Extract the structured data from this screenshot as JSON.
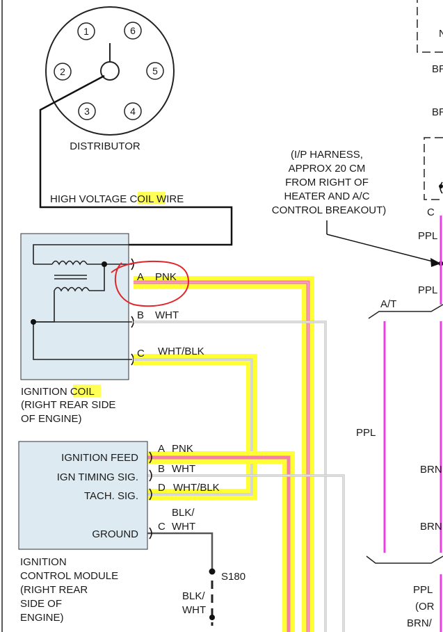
{
  "distributor": {
    "label": "DISTRIBUTOR",
    "terminals": [
      "1",
      "2",
      "3",
      "4",
      "5",
      "6"
    ]
  },
  "hv_wire": {
    "prefix": "HIGH VOLTAGE ",
    "highlight": "COIL",
    "suffix": " WIRE"
  },
  "ignition_coil": {
    "title_prefix": "IGNITION ",
    "title_highlight": "COIL",
    "line2": "(RIGHT REAR SIDE",
    "line3": "OF ENGINE)",
    "pins": [
      {
        "letter": "A",
        "wire": "PNK"
      },
      {
        "letter": "B",
        "wire": "WHT"
      },
      {
        "letter": "C",
        "wire": "WHT/BLK"
      }
    ]
  },
  "module": {
    "signals": [
      "IGNITION FEED",
      "IGN TIMING SIG.",
      "TACH. SIG.",
      "GROUND"
    ],
    "pins": [
      {
        "letter": "A",
        "wire": "PNK"
      },
      {
        "letter": "B",
        "wire": "WHT"
      },
      {
        "letter": "D",
        "wire": "WHT/BLK"
      },
      {
        "letter": "C",
        "wire": "WHT"
      }
    ],
    "ground_wire_top": "BLK/",
    "caption": [
      "IGNITION",
      "CONTROL MODULE",
      "(RIGHT REAR",
      "SIDE OF",
      "ENGINE)"
    ]
  },
  "splice": {
    "label": "S180",
    "wire_line1": "BLK/",
    "wire_line2": "WHT"
  },
  "harness_note": [
    "(I/P HARNESS,",
    "APPROX 20 CM",
    "FROM RIGHT OF",
    "HEATER AND A/C",
    "CONTROL BREAKOUT)"
  ],
  "right_side": {
    "at_label": "A/T",
    "ppl_1": "PPL",
    "ppl_2": "PPL",
    "ppl_3": "PPL",
    "brn_1": "BR",
    "brn_2": "BR",
    "c_label": "C",
    "n_label": "N",
    "brn_3": "BRN",
    "brn_4": "BRN",
    "ppl_bottom": "PPL",
    "or_label": "(OR",
    "brn_bottom": "BRN/"
  },
  "colors": {
    "pink_wire": "#f47fa8",
    "highlight": "#ffff33",
    "purple_wire": "#e83fe0",
    "box_fill": "#ddeaf2",
    "annotation_red": "#e0262a"
  }
}
